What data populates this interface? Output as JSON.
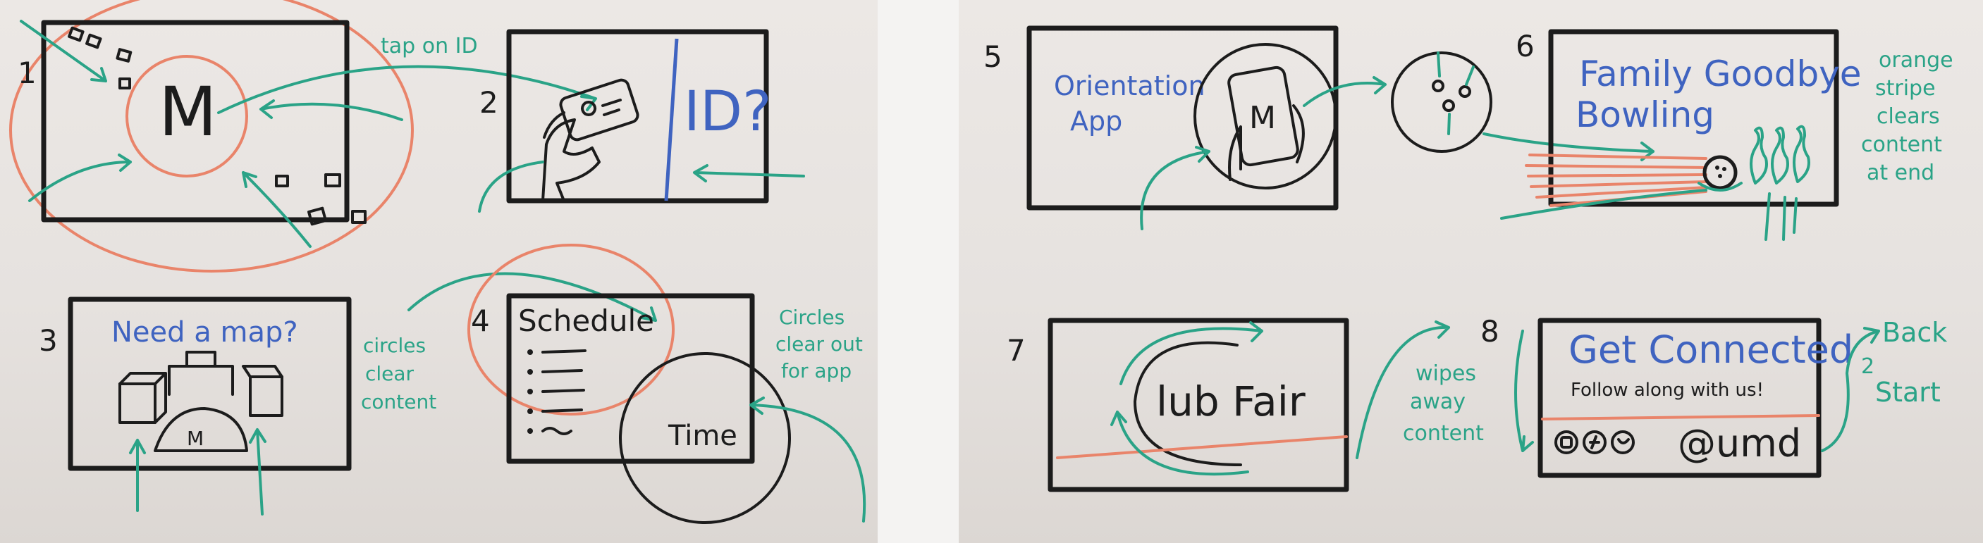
{
  "left_board": {
    "panel1": {
      "number": "1",
      "logo": "M",
      "note": "tap on ID"
    },
    "panel2": {
      "number": "2",
      "text": "ID?"
    },
    "panel3": {
      "number": "3",
      "title": "Need a map?",
      "logo": "M"
    },
    "panel4": {
      "number": "4",
      "title": "Schedule",
      "time": "Time"
    },
    "note_circles_clear": [
      "circles",
      "clear",
      "content"
    ],
    "note_circles_clear_out": [
      "Circles",
      "clear out",
      "for app"
    ]
  },
  "right_board": {
    "panel5": {
      "number": "5",
      "title_line1": "Orientation",
      "title_line2": "App",
      "logo": "M"
    },
    "panel6": {
      "number": "6",
      "title_line1": "Family Goodbye",
      "title_line2": "Bowling"
    },
    "note_orange_stripe": [
      "orange",
      "stripe",
      "clears",
      "content",
      "at end"
    ],
    "panel7": {
      "number": "7",
      "title": "lub Fair"
    },
    "note_wipes": [
      "wipes",
      "away",
      "content"
    ],
    "panel8": {
      "number": "8",
      "title": "Get Connected",
      "subtitle": "Follow along with us!",
      "handle": "@umd"
    },
    "note_back_start": [
      "Back",
      "2",
      "Start"
    ]
  },
  "colors": {
    "teal": "#2aa387",
    "orange": "#e9846a",
    "blue_marker": "#3f63c0",
    "black_marker": "#1c1c1c"
  }
}
